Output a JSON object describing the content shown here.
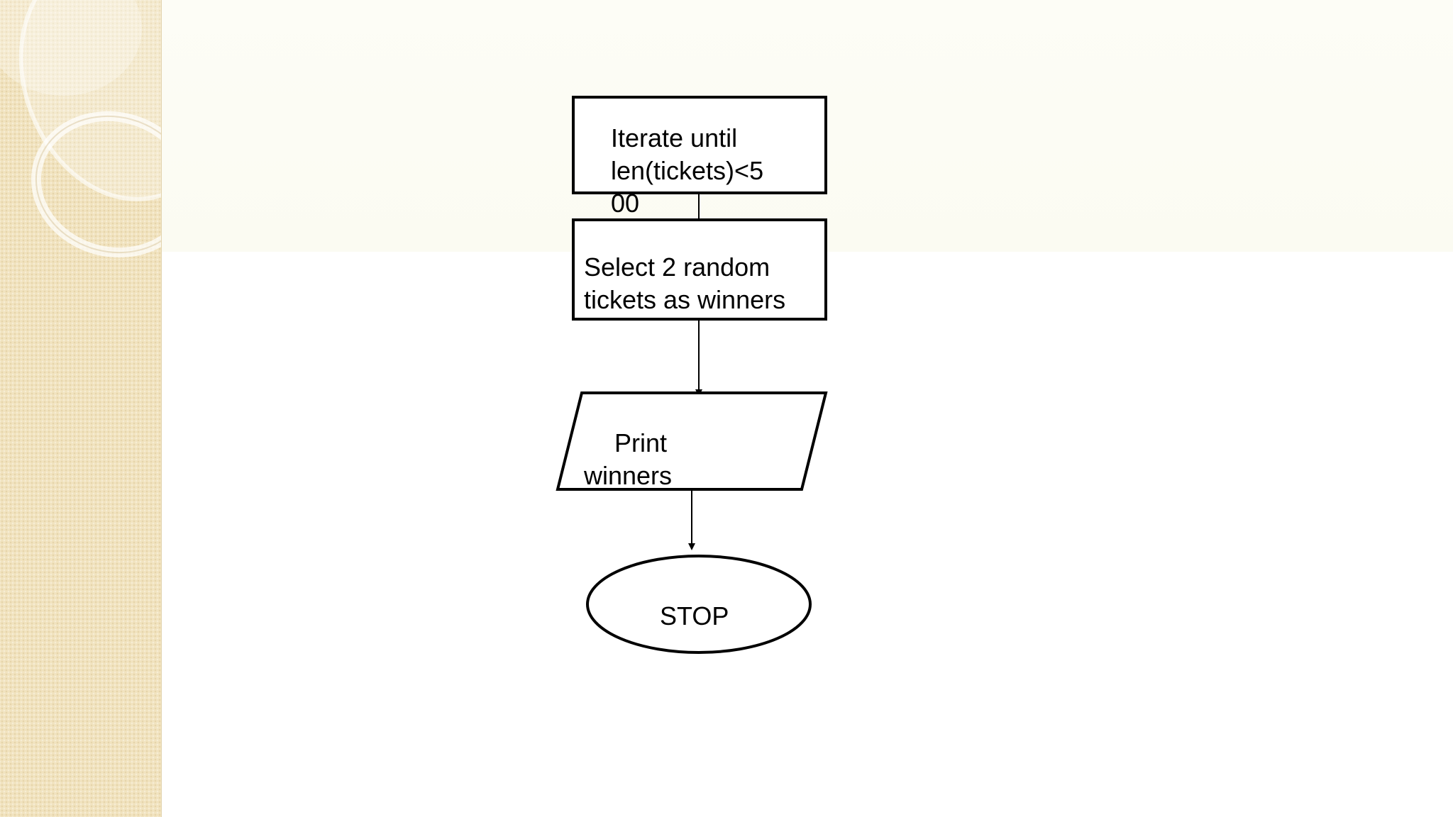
{
  "flowchart": {
    "nodes": [
      {
        "id": "iterate",
        "shape": "rectangle",
        "lines": [
          "Iterate until",
          "len(tickets)<5",
          "00"
        ]
      },
      {
        "id": "select",
        "shape": "rectangle",
        "lines": [
          "Select 2 random",
          "tickets as winners"
        ]
      },
      {
        "id": "print",
        "shape": "parallelogram",
        "lines": [
          "Print",
          "winners"
        ]
      },
      {
        "id": "stop",
        "shape": "ellipse",
        "lines": [
          "STOP"
        ]
      }
    ],
    "edges": [
      {
        "from": "iterate",
        "to": "select",
        "arrow": false
      },
      {
        "from": "select",
        "to": "print",
        "arrow": true
      },
      {
        "from": "print",
        "to": "stop",
        "arrow": true
      }
    ]
  },
  "colors": {
    "stroke": "#000000",
    "side_panel": "#f1e3bf",
    "background": "#ffffff"
  }
}
